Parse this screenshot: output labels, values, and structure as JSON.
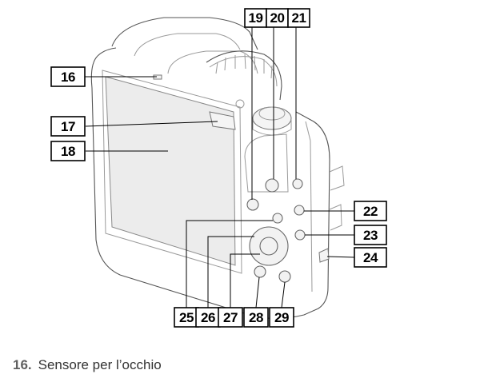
{
  "callouts": [
    "16",
    "17",
    "18",
    "19",
    "20",
    "21",
    "22",
    "23",
    "24",
    "25",
    "26",
    "27",
    "28",
    "29"
  ],
  "caption": {
    "number": "16.",
    "text": "Sensore per l’occhio"
  }
}
